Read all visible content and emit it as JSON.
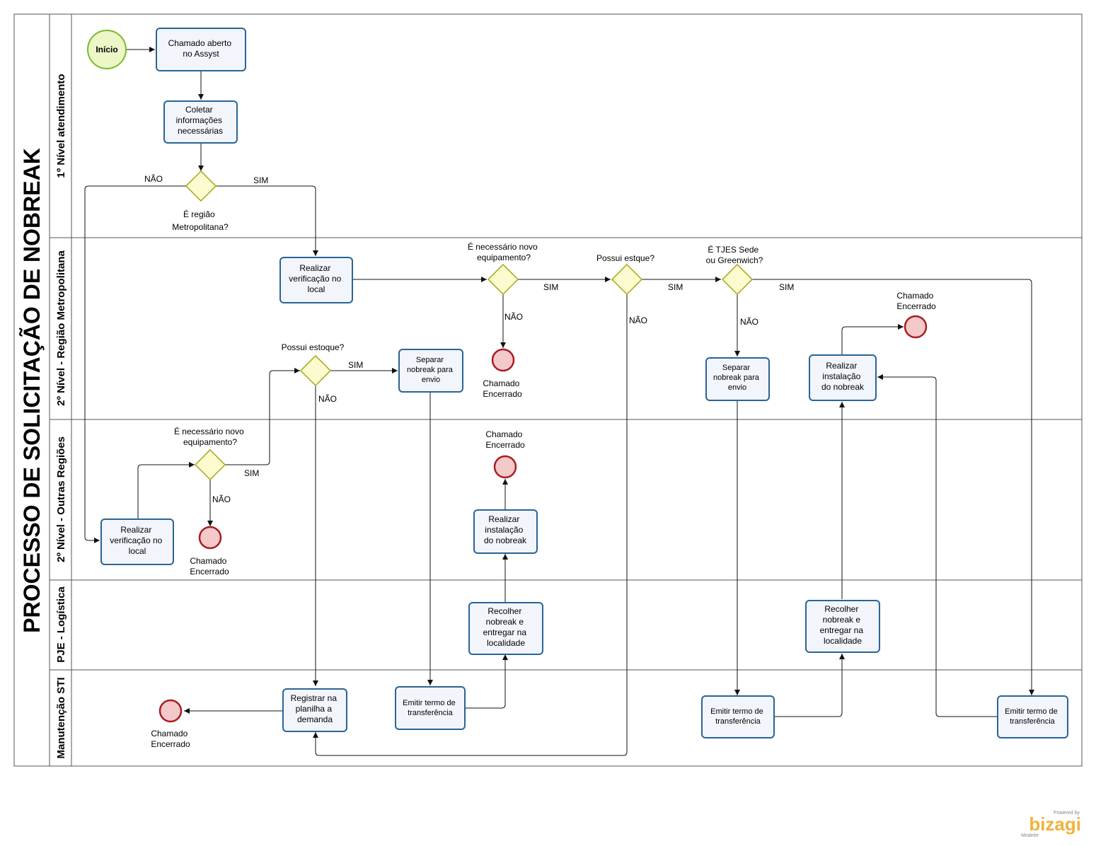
{
  "pool": {
    "title": "PROCESSO DE SOLICITAÇÃO DE NOBREAK"
  },
  "lanes": {
    "l1": "1º Nível atendimento",
    "l2": "2º Nível - Região Metropolitana",
    "l3": "2º Nível - Outras Regiões",
    "l4": "PJE - Logística",
    "l5": "Manutenção STI"
  },
  "start": {
    "label": "Início"
  },
  "tasks": {
    "t1": [
      "Chamado aberto",
      "no Assyst"
    ],
    "t2": [
      "Coletar",
      "informações",
      "necessárias"
    ],
    "t3": [
      "Realizar",
      "verificação no",
      "local"
    ],
    "t4": [
      "Separar",
      "nobreak para",
      "envio"
    ],
    "t5": [
      "Separar",
      "nobreak para",
      "envio"
    ],
    "t6": [
      "Realizar",
      "instalação",
      "do nobreak"
    ],
    "t7": [
      "Realizar",
      "verificação no",
      "local"
    ],
    "t8": [
      "Realizar",
      "instalação",
      "do nobreak"
    ],
    "t9": [
      "Recolher",
      "nobreak e",
      "entregar na",
      "localidade"
    ],
    "t10": [
      "Recolher",
      "nobreak e",
      "entregar na",
      "localidade"
    ],
    "t11": [
      "Registrar na",
      "planilha a",
      "demanda"
    ],
    "t12": [
      "Emitir termo de",
      "transferência"
    ],
    "t13": [
      "Emitir termo de",
      "transferência"
    ],
    "t14": [
      "Emitir termo de",
      "transferência"
    ]
  },
  "gateways": {
    "g1": [
      "É região",
      "Metropolitana?"
    ],
    "g2": [
      "É necessário novo",
      "equipamento?"
    ],
    "g3": [
      "Possui estque?"
    ],
    "g4": [
      "É TJES Sede",
      "ou Greenwich?"
    ],
    "g5": [
      "Possui estoque?"
    ],
    "g6": [
      "É necessário novo",
      "equipamento?"
    ]
  },
  "end_label": [
    "Chamado",
    "Encerrado"
  ],
  "flow_labels": {
    "yes": "SIM",
    "no": "NÃO"
  },
  "branding": {
    "powered": "Powered by",
    "brand": "bizagi",
    "product": "Modeler"
  }
}
